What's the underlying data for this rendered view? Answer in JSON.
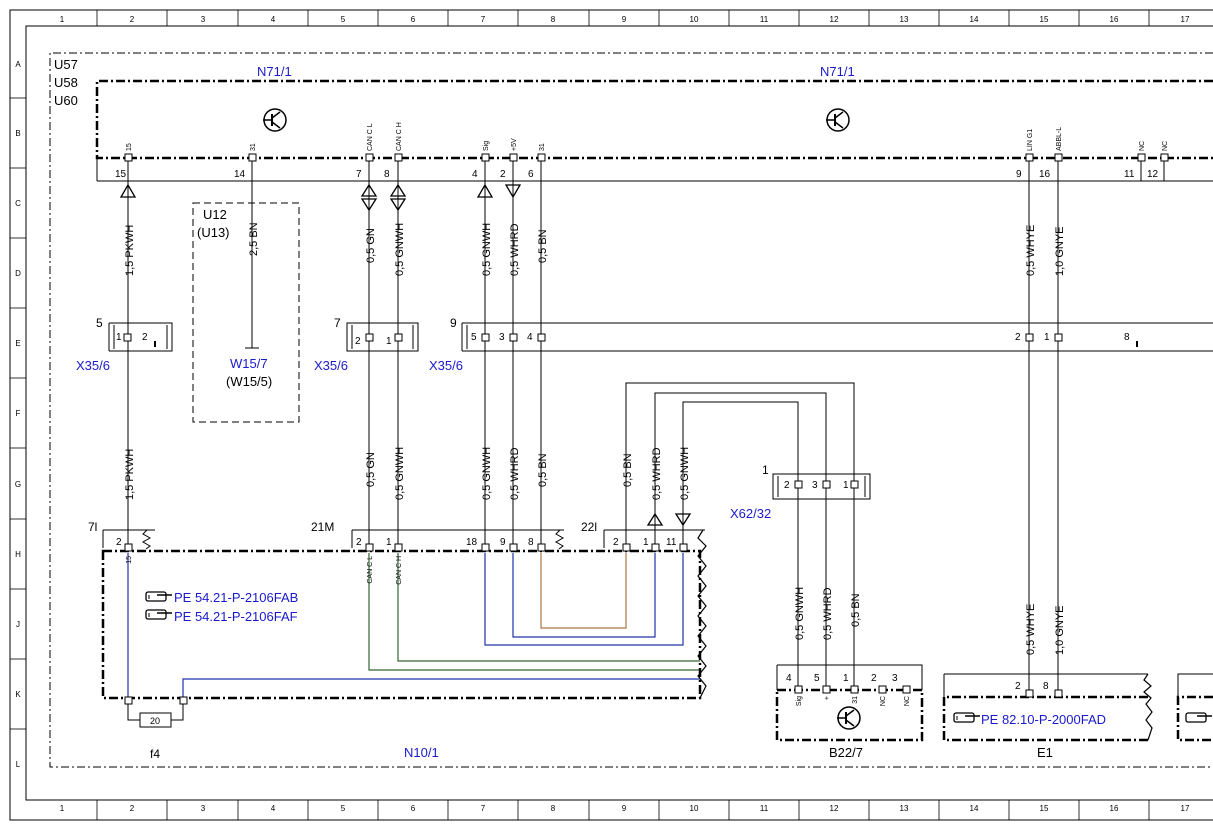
{
  "grid": {
    "cols": [
      "1",
      "2",
      "3",
      "4",
      "5",
      "6",
      "7",
      "8",
      "9",
      "10",
      "11",
      "12",
      "13",
      "14",
      "15",
      "16",
      "17"
    ],
    "rows": [
      "A",
      "B",
      "C",
      "D",
      "E",
      "F",
      "G",
      "H",
      "J",
      "K",
      "L"
    ]
  },
  "colors": {
    "link": "#1a1acc",
    "wire_blue": "#2233aa",
    "wire_green": "#336633",
    "wire_brown": "#aa7744",
    "line": "#000000"
  },
  "labels": {
    "variants": [
      "U57",
      "U58",
      "U60"
    ],
    "n71_left": "N71/1",
    "n71_right": "N71/1",
    "u12": "U12",
    "u13": "(U13)",
    "w15_7": "W15/7",
    "w15_5": "(W15/5)",
    "x35_a": "X35/6",
    "x35_b": "X35/6",
    "x35_c": "X35/6",
    "x62": "X62/32",
    "b22": "B22/7",
    "e1": "E1",
    "n10": "N10/1",
    "f4": "f4",
    "fuse_no": "20"
  },
  "refs": {
    "pe1": "PE 54.21-P-2106FAB",
    "pe2": "PE 54.21-P-2106FAF",
    "pe3": "PE 82.10-P-2000FAD"
  },
  "top_pins": [
    {
      "name": "15",
      "num": "15"
    },
    {
      "name": "31",
      "num": "14"
    },
    {
      "name": "CAN C L",
      "num": "7"
    },
    {
      "name": "CAN C H",
      "num": "8"
    },
    {
      "name": "Sig",
      "num": "4"
    },
    {
      "name": "+5V",
      "num": "2"
    },
    {
      "name": "31",
      "num": "6"
    },
    {
      "name": "LIN G1",
      "num": "9"
    },
    {
      "name": "ABBL-L",
      "num": "16"
    },
    {
      "name": "NC",
      "num": "11"
    },
    {
      "name": "NC",
      "num": "12"
    }
  ],
  "wires": {
    "pkwh_top": "1,5 PKWH",
    "bn_25": "2,5 BN",
    "gn_top": "0,5 GN",
    "gnwh_top": "0,5 GNWH",
    "gnwh2_top": "0,5 GNWH",
    "whrd_top": "0,5 WHRD",
    "bn_top": "0,5 BN",
    "whye_top": "0,5 WHYE",
    "gnye_top": "1,0 GNYE",
    "pkwh_bot": "1,5 PKWH",
    "gn_bot": "0,5 GN",
    "gnwh_bot": "0,5 GNWH",
    "gnwh2_bot": "0,5 GNWH",
    "whrd_bot": "0,5 WHRD",
    "bn_bot": "0,5 BN",
    "bn_loop": "0,5 BN",
    "whrd_loop": "0,5 WHRD",
    "gnwh_loop": "0,5 GNWH",
    "gnwh_b22": "0,5 GNWH",
    "whrd_b22": "0,5 WHRD",
    "bn_b22": "0,5 BN",
    "whye_bot": "0,5 WHYE",
    "gnye_bot": "1,0 GNYE"
  },
  "connector_pins": {
    "x35a_no": "5",
    "x35a_p1": "1",
    "x35a_p2": "2",
    "x35b_no": "7",
    "x35b_p1": "2",
    "x35b_p2": "1",
    "x35c_no": "9",
    "x35c_p1": "5",
    "x35c_p2": "3",
    "x35c_p3": "4",
    "x35c_p4": "2",
    "x35c_p5": "1",
    "x35c_p6": "8",
    "x62_no": "1",
    "x62_p1": "2",
    "x62_p2": "3",
    "x62_p3": "1",
    "n10_7l": "7l",
    "n10_7l_p": "2",
    "n10_21m": "21M",
    "n10_21m_p1": "2",
    "n10_21m_p2": "1",
    "n10_p18": "18",
    "n10_p9": "9",
    "n10_p8": "8",
    "n10_22l": "22l",
    "n10_22l_p1": "2",
    "n10_22l_p2": "1",
    "n10_22l_p3": "11",
    "b22_p1": "4",
    "b22_p2": "5",
    "b22_p3": "1",
    "b22_p4": "2",
    "b22_p5": "3",
    "e1_p1": "2",
    "e1_p2": "8"
  },
  "inner_pins": {
    "n10_15": "15",
    "n10_canl": "CAN C L",
    "n10_canh": "CAN C H",
    "b22_sig": "Sig",
    "b22_plus": "+",
    "b22_31": "31",
    "b22_nc1": "NC",
    "b22_nc2": "NC"
  }
}
